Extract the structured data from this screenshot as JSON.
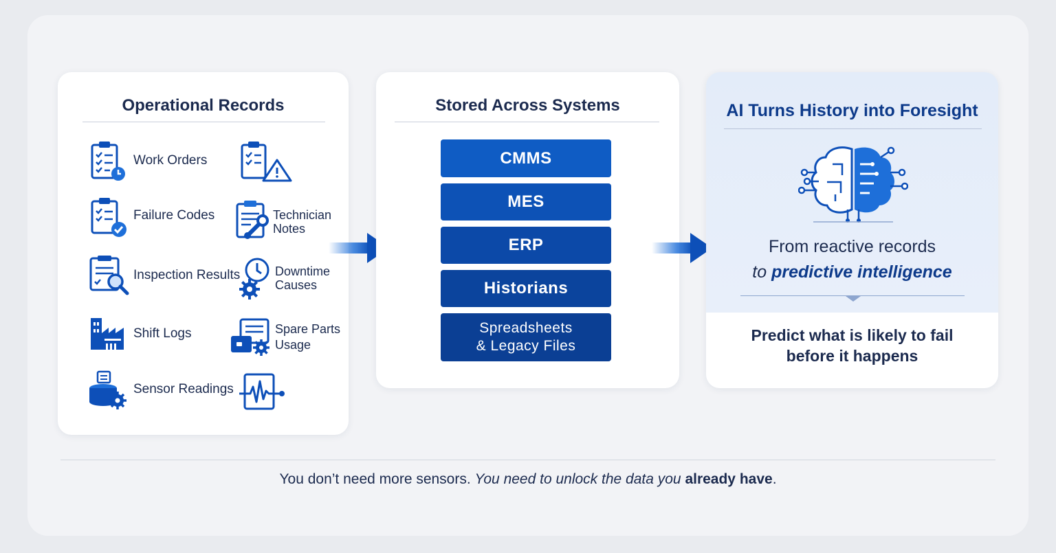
{
  "records": {
    "title": "Operational Records",
    "items": [
      {
        "label": "Work Orders",
        "icon": "clipboard-checklist-clock-icon"
      },
      {
        "label": "",
        "icon": "clipboard-warning-icon"
      },
      {
        "label": "Failure Codes",
        "icon": "clipboard-check-icon"
      },
      {
        "label": "Technician Notes",
        "line1": "Technician",
        "line2": "Notes",
        "icon": "clipboard-wrench-icon"
      },
      {
        "label": "Inspection Results",
        "icon": "report-magnifier-icon"
      },
      {
        "label": "Downtime Causes",
        "line1": "Downtime",
        "line2": "Causes",
        "icon": "clock-gear-icon"
      },
      {
        "label": "Shift Logs",
        "icon": "factory-icon"
      },
      {
        "label": "Spare Parts Usage",
        "line1": "Spare Parts",
        "line2": "Usage",
        "icon": "parts-gear-icon"
      },
      {
        "label": "Sensor Readings",
        "icon": "sensor-gear-icon"
      },
      {
        "label": "",
        "icon": "waveform-monitor-icon"
      }
    ]
  },
  "systems": {
    "title": "Stored Across Systems",
    "items": [
      {
        "label": "CMMS"
      },
      {
        "label": "MES"
      },
      {
        "label": "ERP"
      },
      {
        "label": "Historians"
      },
      {
        "line1": "Spreadsheets",
        "line2": "& Legacy Files"
      }
    ]
  },
  "ai": {
    "title": "AI Turns History into Foresight",
    "line1": "From reactive records",
    "line2_prefix": "to ",
    "line2_emph": "predictive intelligence",
    "bottom_line1": "Predict what is likely to fail",
    "bottom_line2": "before it happens",
    "icon": "ai-brain-circuit-icon"
  },
  "footer": {
    "part1": "You don’t need more sensors. ",
    "part2": "You need to unlock the data you ",
    "part3": "already have",
    "part4": "."
  },
  "colors": {
    "primary": "#0d4fb8",
    "dark": "#0b3d91",
    "accent": "#1e6fd9",
    "text": "#1b2a4e"
  }
}
